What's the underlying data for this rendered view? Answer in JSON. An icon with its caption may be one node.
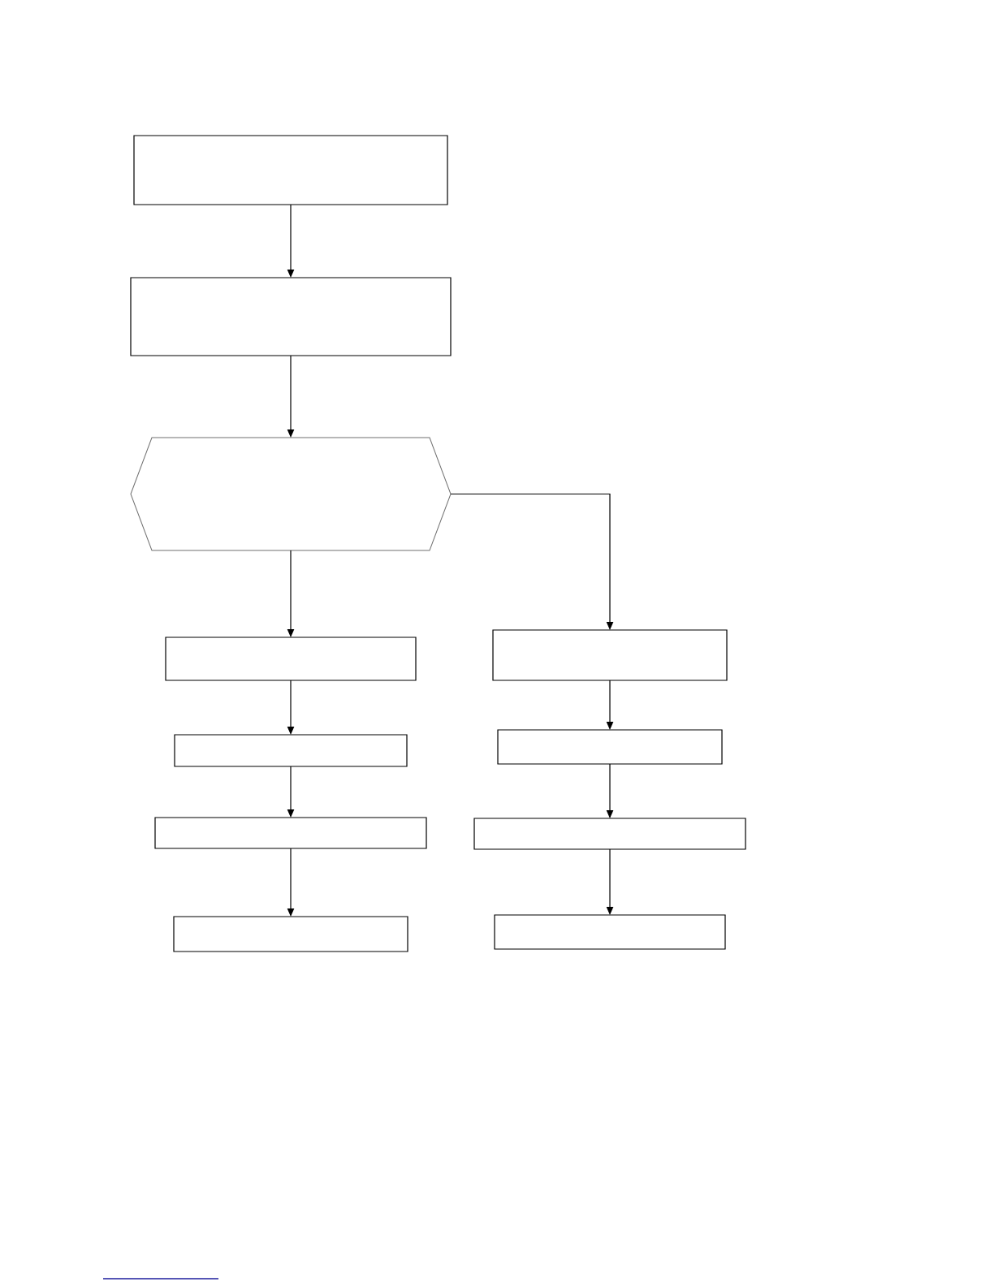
{
  "diagram": {
    "nodes": [
      {
        "text": [],
        "shape": "box"
      },
      {
        "text": [],
        "shape": "box"
      },
      {
        "text": [],
        "shape": "hexagon"
      },
      {
        "text": [],
        "shape": "box"
      },
      {
        "text": [],
        "shape": "box"
      },
      {
        "text": [],
        "shape": "box"
      },
      {
        "text": [],
        "shape": "box"
      },
      {
        "text": [],
        "shape": "box"
      },
      {
        "text": [],
        "shape": "box"
      },
      {
        "text": [],
        "shape": "box"
      },
      {
        "text": [],
        "shape": "box"
      }
    ],
    "edges": [
      {
        "from": 0,
        "to": 1,
        "arrow": "to"
      },
      {
        "from": 1,
        "to": 2,
        "arrow": "to"
      },
      {
        "from": 2,
        "to": 3,
        "arrow": "to"
      },
      {
        "from": 2,
        "to": 4,
        "arrow": "to"
      },
      {
        "from": 3,
        "to": 5,
        "arrow": "to"
      },
      {
        "from": 4,
        "to": 6,
        "arrow": "to"
      },
      {
        "from": 5,
        "to": 7,
        "arrow": "to"
      },
      {
        "from": 6,
        "to": 8,
        "arrow": "to"
      },
      {
        "from": 7,
        "to": 9,
        "arrow": "to"
      },
      {
        "from": 8,
        "to": 10,
        "arrow": "to"
      }
    ]
  }
}
